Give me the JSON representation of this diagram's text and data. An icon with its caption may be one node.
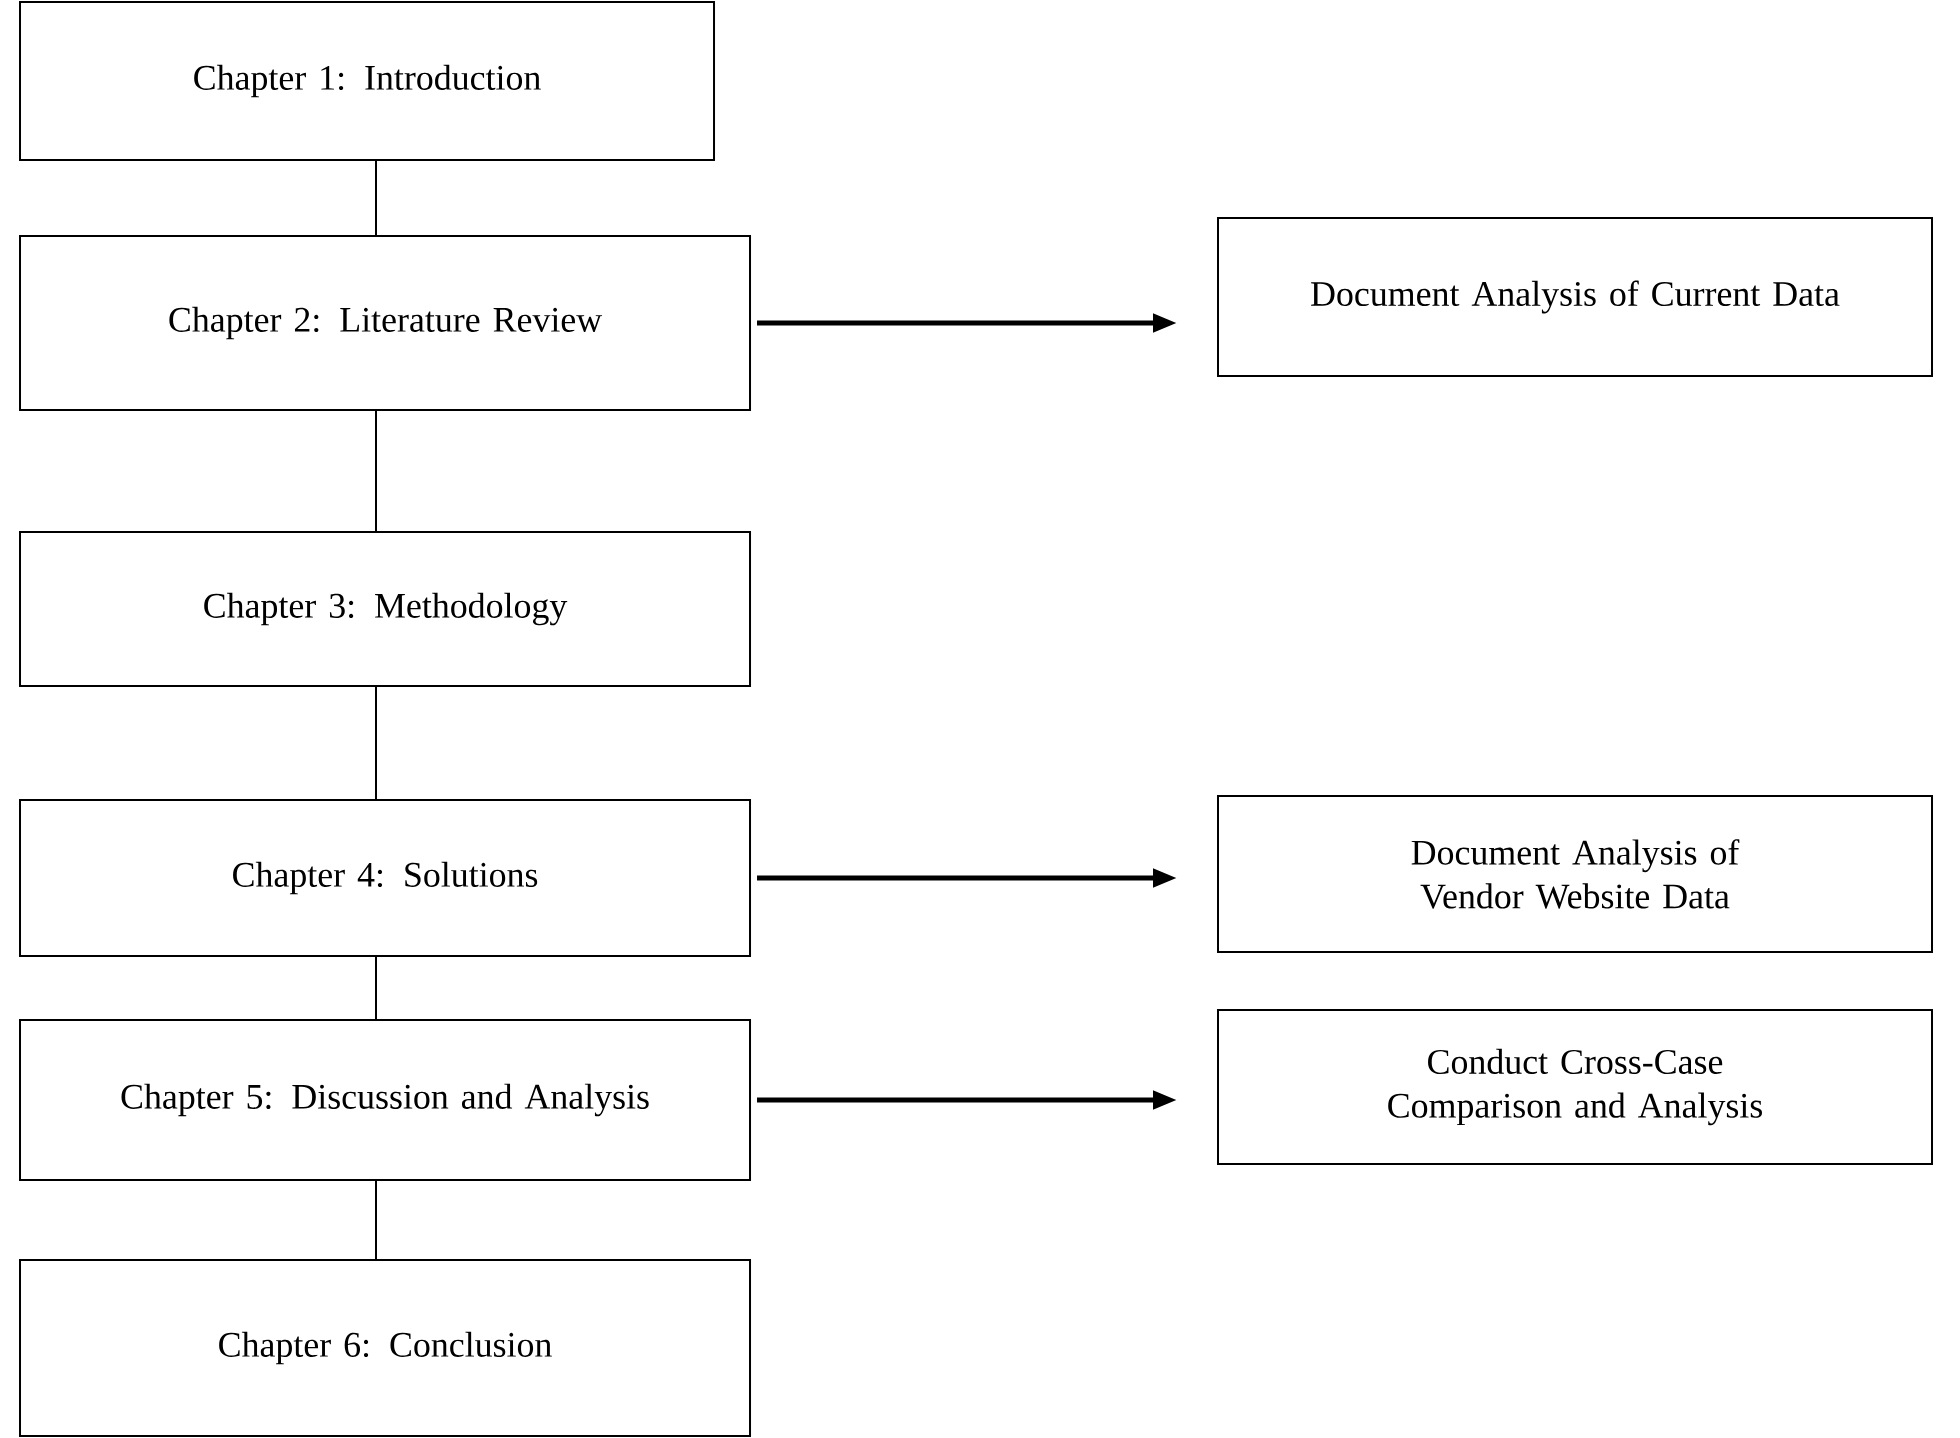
{
  "diagram": {
    "nodes": [
      {
        "text": [
          "Chapter 1: Introduction"
        ]
      },
      {
        "text": [
          "Chapter 2: Literature Review"
        ]
      },
      {
        "text": [
          "Document Analysis of Current Data"
        ]
      },
      {
        "text": [
          "Chapter 3: Methodology"
        ]
      },
      {
        "text": [
          "Chapter 4: Solutions"
        ]
      },
      {
        "text": [
          "Document Analysis of Vendor Website Data"
        ]
      },
      {
        "text": [
          "Chapter 5: Discussion and Analysis"
        ]
      },
      {
        "text": [
          "Conduct Cross-Case Comparison and Analysis"
        ]
      },
      {
        "text": [
          "Chapter 6: Conclusion"
        ]
      }
    ],
    "edges": [
      {
        "from": 0,
        "to": 1,
        "arrow": "none"
      },
      {
        "from": 1,
        "to": 2,
        "arrow": "to",
        "style": "thick"
      },
      {
        "from": 1,
        "to": 3,
        "arrow": "none"
      },
      {
        "from": 3,
        "to": 4,
        "arrow": "none"
      },
      {
        "from": 4,
        "to": 5,
        "arrow": "to",
        "style": "thick"
      },
      {
        "from": 4,
        "to": 6,
        "arrow": "none"
      },
      {
        "from": 6,
        "to": 7,
        "arrow": "to",
        "style": "thick"
      },
      {
        "from": 6,
        "to": 8,
        "arrow": "none"
      }
    ]
  }
}
